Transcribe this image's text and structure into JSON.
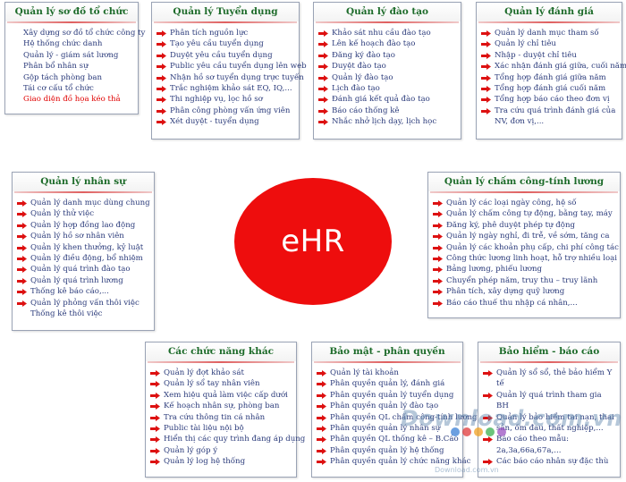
{
  "center": {
    "label": "eHR",
    "color": "#ee0d0d"
  },
  "colors": {
    "title": "#1d6b2a",
    "item": "#2a3a7a",
    "highlight": "#e00000",
    "arrow": "#dd1111"
  },
  "boxes": {
    "org": {
      "title": "Quản lý sơ đồ tổ chức",
      "items": [
        "Xây dựng sơ đồ tổ chức công ty",
        "Hệ thống chức danh",
        "Quản lý - giám sát lương",
        "Phân bổ nhân sự",
        "Gộp tách phòng ban",
        "Tái cơ cấu tổ chức",
        "Giao diện đồ họa kéo thả"
      ]
    },
    "recruit": {
      "title": "Quản lý Tuyển dụng",
      "items": [
        "Phân tích nguồn lực",
        "Tạo yêu cầu tuyển dụng",
        "Duyệt yêu cầu tuyển dụng",
        "Public yêu cầu tuyển dụng lên web",
        "Nhận hồ sơ tuyển dụng trực tuyến",
        "Trắc nghiệm khảo sát EQ, IQ,...",
        "Thi nghiệp vụ, lọc hồ sơ",
        "Phân công phòng vấn ứng viên",
        "Xét duyệt - tuyển dụng"
      ]
    },
    "training": {
      "title": "Quản lý đào tạo",
      "items": [
        "Khảo sát nhu cầu đào tạo",
        "Lên kế hoạch đào tạo",
        "Đăng ký đào tạo",
        "Duyệt đào tạo",
        "Quản lý đào tạo",
        "Lịch đào tạo",
        "Đánh giá kết quả đào tạo",
        "Báo cáo thống kê",
        "Nhắc nhở lịch dạy, lịch học"
      ]
    },
    "evaluation": {
      "title": "Quản lý đánh giá",
      "items": [
        "Quản lý danh mục tham số",
        "Quản lý chỉ tiêu",
        "Nhập - duyệt chỉ tiêu",
        "Xác nhận đánh giá giữa, cuối năm",
        "Tổng hợp đánh giá giữa năm",
        "Tổng hợp đánh giá cuối năm",
        "Tổng hợp báo cáo theo đơn vị",
        "Tra cứu quá trình đánh giá của NV, đơn vị,..."
      ]
    },
    "personnel": {
      "title": "Quản lý nhân sự",
      "items": [
        "Quản lý danh mục dùng chung",
        "Quản lý thử việc",
        "Quản lý hợp đồng lao động",
        "Quản lý hồ sơ nhân viên",
        "Quản lý khen thưởng, kỷ luật",
        "Quản lý điều động, bổ nhiệm",
        "Quản lý quá trình đào tạo",
        "Quản lý quá trình lương",
        "Thống kê báo cáo,...",
        "Quản lý phỏng vấn thôi việc",
        "Thống kê thôi việc"
      ]
    },
    "timekeeping": {
      "title": "Quản lý chấm công-tính lương",
      "items": [
        "Quản lý các loại ngày công, hệ số",
        "Quản lý chấm công tự động, bằng tay, máy",
        "Đăng ký, phê duyệt phép tự động",
        "Quản lý ngày nghỉ, đi trễ, về sớm, tăng ca",
        "Quản lý các khoản phụ cấp, chi phí công tác",
        "Công thức lương linh hoạt, hỗ trợ nhiều loại",
        "Bảng lương, phiếu lương",
        "Chuyển phép năm, truy thu – truy lãnh",
        "Phân tích, xây dựng quỹ lương",
        "Báo cáo thuế thu nhập cá nhân,..."
      ]
    },
    "other": {
      "title": "Các chức năng khác",
      "items": [
        "Quản lý đợt khảo sát",
        "Quản lý sổ tay nhân viên",
        "Xem hiệu quả làm việc cấp dưới",
        "Kế hoạch nhân sự, phòng ban",
        "Tra cứu thông tin cá nhân",
        "Public tài liệu nội bộ",
        "Hiển thị các quy trình đang áp dụng",
        "Quản lý góp ý",
        "Quản lý log hệ thống"
      ]
    },
    "security": {
      "title": "Bảo mật - phân quyền",
      "items": [
        "Quản lý tài khoản",
        "Phân quyền quản lý, đánh giá",
        "Phân quyền quản lý tuyển dụng",
        "Phân quyền quản lý đào tạo",
        "Phân quyền QL chấm công-tính lương",
        "Phân quyền quản lý nhân sự",
        "Phân quyền QL thống kê – B.Cáo",
        "Phân quyền quản lý hệ thống",
        "Phân quyền quản lý chức năng khác"
      ]
    },
    "insurance": {
      "title": "Bảo hiểm - báo cáo",
      "items": [
        "Quản lý sổ sổ, thẻ bảo hiểm Y tế",
        "Quản lý quá trình tham gia BH",
        "Quản lý bảo hiểm tai nạn, thai sản, ốm đau, thất nghiệp,...",
        "Báo cáo theo mẫu: 2a,3a,66a,67a,...",
        "Các báo cáo nhân sự đặc thù"
      ]
    }
  },
  "watermark": {
    "text": "Download.com.vn",
    "sub": "Download.com.vn"
  }
}
